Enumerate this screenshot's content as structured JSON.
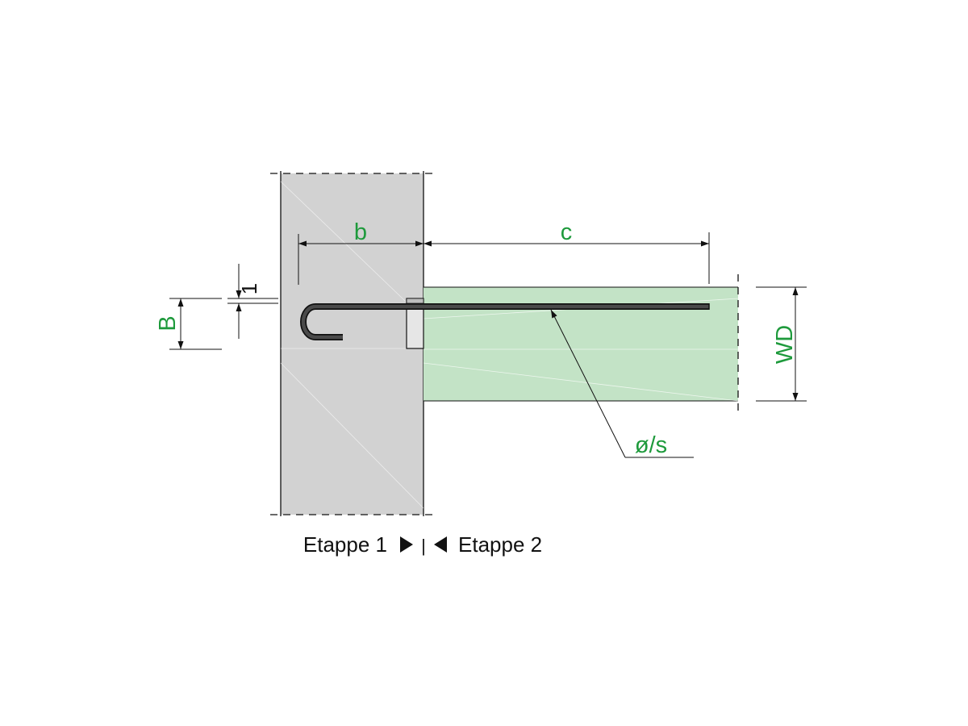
{
  "colors": {
    "wall_fill": "#d2d2d2",
    "slab_fill": "#c3e3c6",
    "dimension_text": "#1e9a3c",
    "line": "#111111",
    "rebar": "#333333"
  },
  "labels": {
    "b": "b",
    "c": "c",
    "B": "B",
    "one": "1",
    "WD": "WD",
    "rebar": "ø/s"
  },
  "legend": {
    "stage1": "Etappe 1",
    "stage2": "Etappe 2",
    "separator": "|"
  }
}
